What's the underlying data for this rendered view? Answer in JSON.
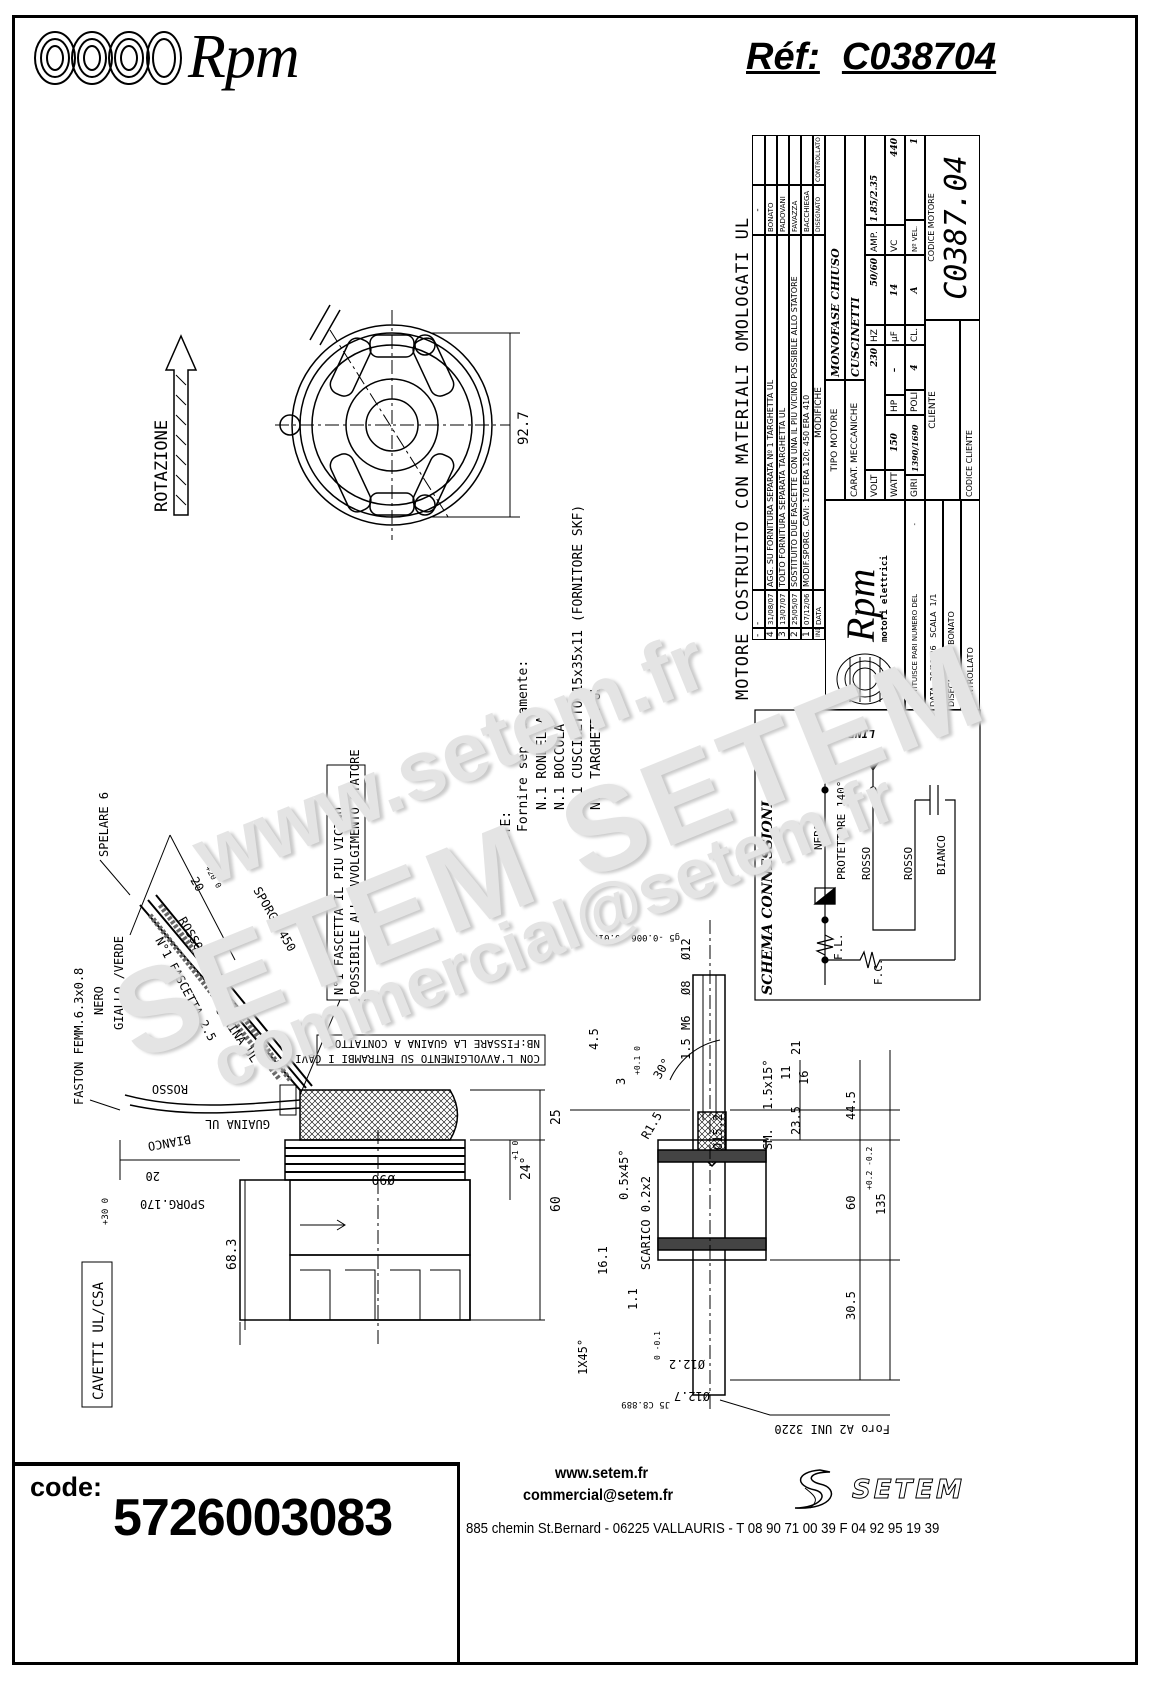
{
  "header": {
    "brand": "Rpm",
    "ref_label": "Réf:",
    "ref_value": "C038704"
  },
  "watermark": {
    "line1": "www.setem.fr",
    "line2": "SETEM SETEM",
    "line3": "commercial@setem.fr"
  },
  "front_view": {
    "rotation_label": "ROTAZIONE",
    "dim_height": "92.7"
  },
  "notes": {
    "title": "NOTE:",
    "intro": "Fornire separatamente:",
    "items": [
      "N.1 RONDELLA",
      "N.1 BOCCOLA",
      "N.1 CUSCINETTO 15x35x11   (FORNITORE SKF)",
      "N.1 TARGHETTA UL"
    ]
  },
  "wires": {
    "spelare": "SPELARE 6",
    "sporg450": "SPORG. 450",
    "dim20": "20",
    "dim20tol": "+20 0",
    "rosso_top": "ROSSO",
    "faston": "FASTON FEMM.6.3x0.8",
    "nero": "NERO",
    "giallo_verde": "GIALLO /VERDE",
    "fascetta25": "N°1 FASCETTA 2.5",
    "guaina_ul_1": "GUAINA UL",
    "rosso": "ROSSO",
    "bianco": "BIANCO",
    "guaina_ul_2": "GUAINA UL",
    "dim_20b": "20",
    "sporg170": "SPORG.170",
    "sporg170tol": "+30 0",
    "fascetta_note_1": "N°1 FASCETTA IL PIU VICINO",
    "fascetta_note_2": "POSSIBILE ALL'AVVOLGIMENTO STATORE",
    "nb_1": "NB:FISSARE LA GUAINA A CONTATTO",
    "nb_2": "CON L'AVVOLGIMENTO SU ENTRAMBI I CAVI",
    "cavetti": "CAVETTI UL/CSA"
  },
  "side_view": {
    "dim_25": "25",
    "dim_24": "24°",
    "dim_24tol": "+1 0",
    "dim_60": "60",
    "dim_68_3": "68.3",
    "dia90": "Ø90"
  },
  "shaft": {
    "g5": "g5 -0.006 -0.017",
    "d12": "Ø12",
    "d8": "Ø8",
    "m6": "M6",
    "d1_5": "1.5",
    "tol01": "+0.1 0",
    "d3": "3",
    "a30": "30°",
    "d4_5": "4.5",
    "r1_5": "R1.5",
    "c05x45": "0.5x45°",
    "scarico": "SCARICO 0.2x2",
    "d15_2": "Ø15.2",
    "sm": "SM.",
    "c15x15": "1.5x15°",
    "d11": "11",
    "d16": "16",
    "d21": "21",
    "d44_5": "44.5",
    "d23_5": "23.5",
    "d60": "60",
    "d135": "135",
    "d135tol": "+0.2 -0.2",
    "d30_5": "30.5",
    "d16_1": "16.1",
    "d1_1": "1.1",
    "c1x45": "1X45°",
    "d12_2": "Ø12.2",
    "d12_2tol": "0 -0.1",
    "d12_7": "Ø12.7",
    "j5": "J5 C8.889",
    "foro": "Foro A2 UNI 3220"
  },
  "schema": {
    "title": "SCHEMA CONNESSIONI",
    "linea": "LINEA",
    "nero": "NERO",
    "protettore": "PROTETTORE 140°",
    "rosso1": "ROSSO",
    "rosso2": "ROSSO",
    "bianco": "BIANCO",
    "fl": "F.L.",
    "fc": "F.C."
  },
  "title_block": {
    "headline": "MOTORE COSTRUITO CON MATERIALI OMOLOGATI UL",
    "revisions": [
      {
        "ind": "-",
        "date": "-",
        "change": "",
        "by": "-"
      },
      {
        "ind": "4",
        "date": "31/08/07",
        "change": "AGG. SU FORNITURA SEPARATA Nº 1 TARGHETTA UL",
        "by": "BONATO"
      },
      {
        "ind": "3",
        "date": "13/07/07",
        "change": "TOLTO FORNITURA SEPARATA TARGHETTA UL",
        "by": "PADOVANI"
      },
      {
        "ind": "2",
        "date": "25/05/07",
        "change": "SOSTITUITO DUE FASCETTE CON UNA IL PIU VICINO POSSIBILE ALLO STATORE",
        "by": "FAVAZZA"
      },
      {
        "ind": "1",
        "date": "07/12/06",
        "change": "MODIF.SPORG. CAVI: 170 ERA 120; 450 ERA 410",
        "by": "BACCHIEGA"
      }
    ],
    "rev_headers": {
      "ind": "IND",
      "date": "DATA",
      "change": "MODIFICHE",
      "drawn": "DISEGNATO",
      "checked": "CONTROLLATO"
    },
    "logo_brand": "Rpm",
    "logo_sub": "motori elettrici",
    "tipo_motore_label": "TIPO MOTORE",
    "tipo_motore": "MONOFASE CHIUSO",
    "carat_label": "CARAT. MECCANICHE",
    "carat": "CUSCINETTI",
    "volt_label": "VOLT",
    "volt": "230",
    "hz_label": "HZ",
    "hz": "50/60",
    "amp_label": "AMP.",
    "amp": "1.85/2.35",
    "watt_label": "WATT",
    "watt": "150",
    "hp_label": "HP",
    "hp": "–",
    "uf_label": "µF",
    "uf": "14",
    "vc_label": "VC",
    "vc": "440",
    "giri_label": "GIRI",
    "giri": "1390/1690",
    "poli_label": "POLI",
    "poli": "4",
    "cl_label": "CL.",
    "cl": "A",
    "nvel_label": "Nº VEL.",
    "nvel": "1",
    "sostituisce": "SOSTITUISCE PARI NUMERO DEL",
    "sostituisce_val": "-",
    "data_label": "DATA",
    "data": "30/11/06",
    "scala_label": "SCALA",
    "scala": "1/1",
    "disegnato_label": "DISEGNATO",
    "disegnato": "BONATO",
    "controllato_label": "CONTROLLATO",
    "cliente_label": "CLIENTE",
    "codice_cliente_label": "CODICE CLIENTE",
    "codice_motore_label": "CODICE MOTORE",
    "codice_motore": "C0387.04"
  },
  "footer": {
    "code_label": "code:",
    "code": "5726003083",
    "website": "www.setem.fr",
    "email": "commercial@setem.fr",
    "address": "885 chemin St.Bernard  -  06225 VALLAURIS  -  T 08 90 71 00 39   F 04 92 95 19 39",
    "logo_text": "SETEM"
  }
}
